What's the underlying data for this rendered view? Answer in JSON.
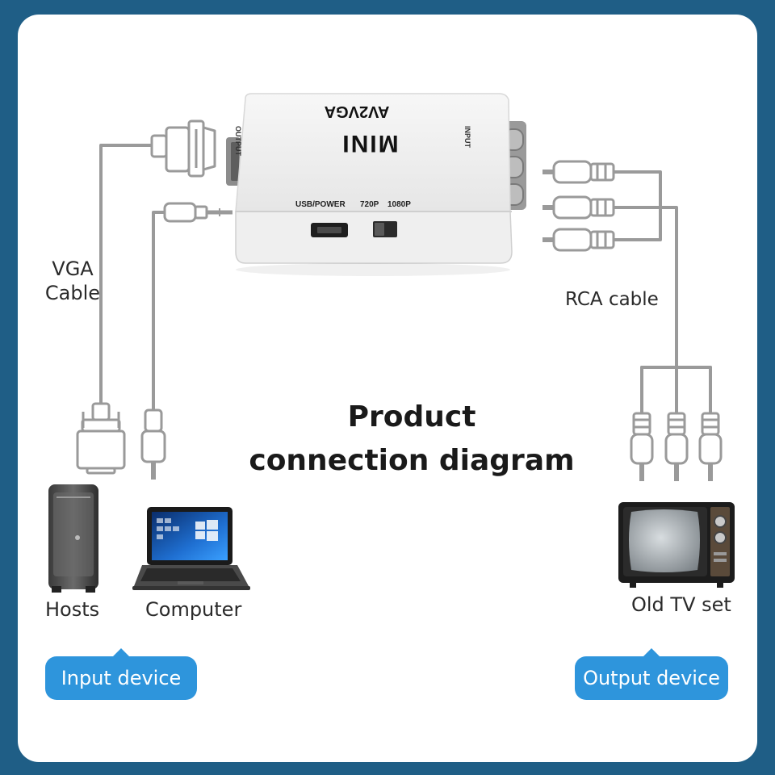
{
  "device": {
    "brand": "AV2VGA",
    "model": "MINI",
    "port_output": "OUTPUT",
    "port_input": "INPUT",
    "port_power": "USB/POWER",
    "switch_left": "720P",
    "switch_right": "1080P"
  },
  "labels": {
    "vga_cable_line1": "VGA",
    "vga_cable_line2": "Cable",
    "rca_cable": "RCA cable",
    "hosts": "Hosts",
    "computer": "Computer",
    "old_tv": "Old TV set"
  },
  "title": {
    "line1": "Product",
    "line2": "connection diagram"
  },
  "buttons": {
    "input_device": "Input device",
    "output_device": "Output device"
  },
  "colors": {
    "background": "#1f5e86",
    "card": "#ffffff",
    "accent": "#2e95dc",
    "cable": "#9a9a9a"
  }
}
